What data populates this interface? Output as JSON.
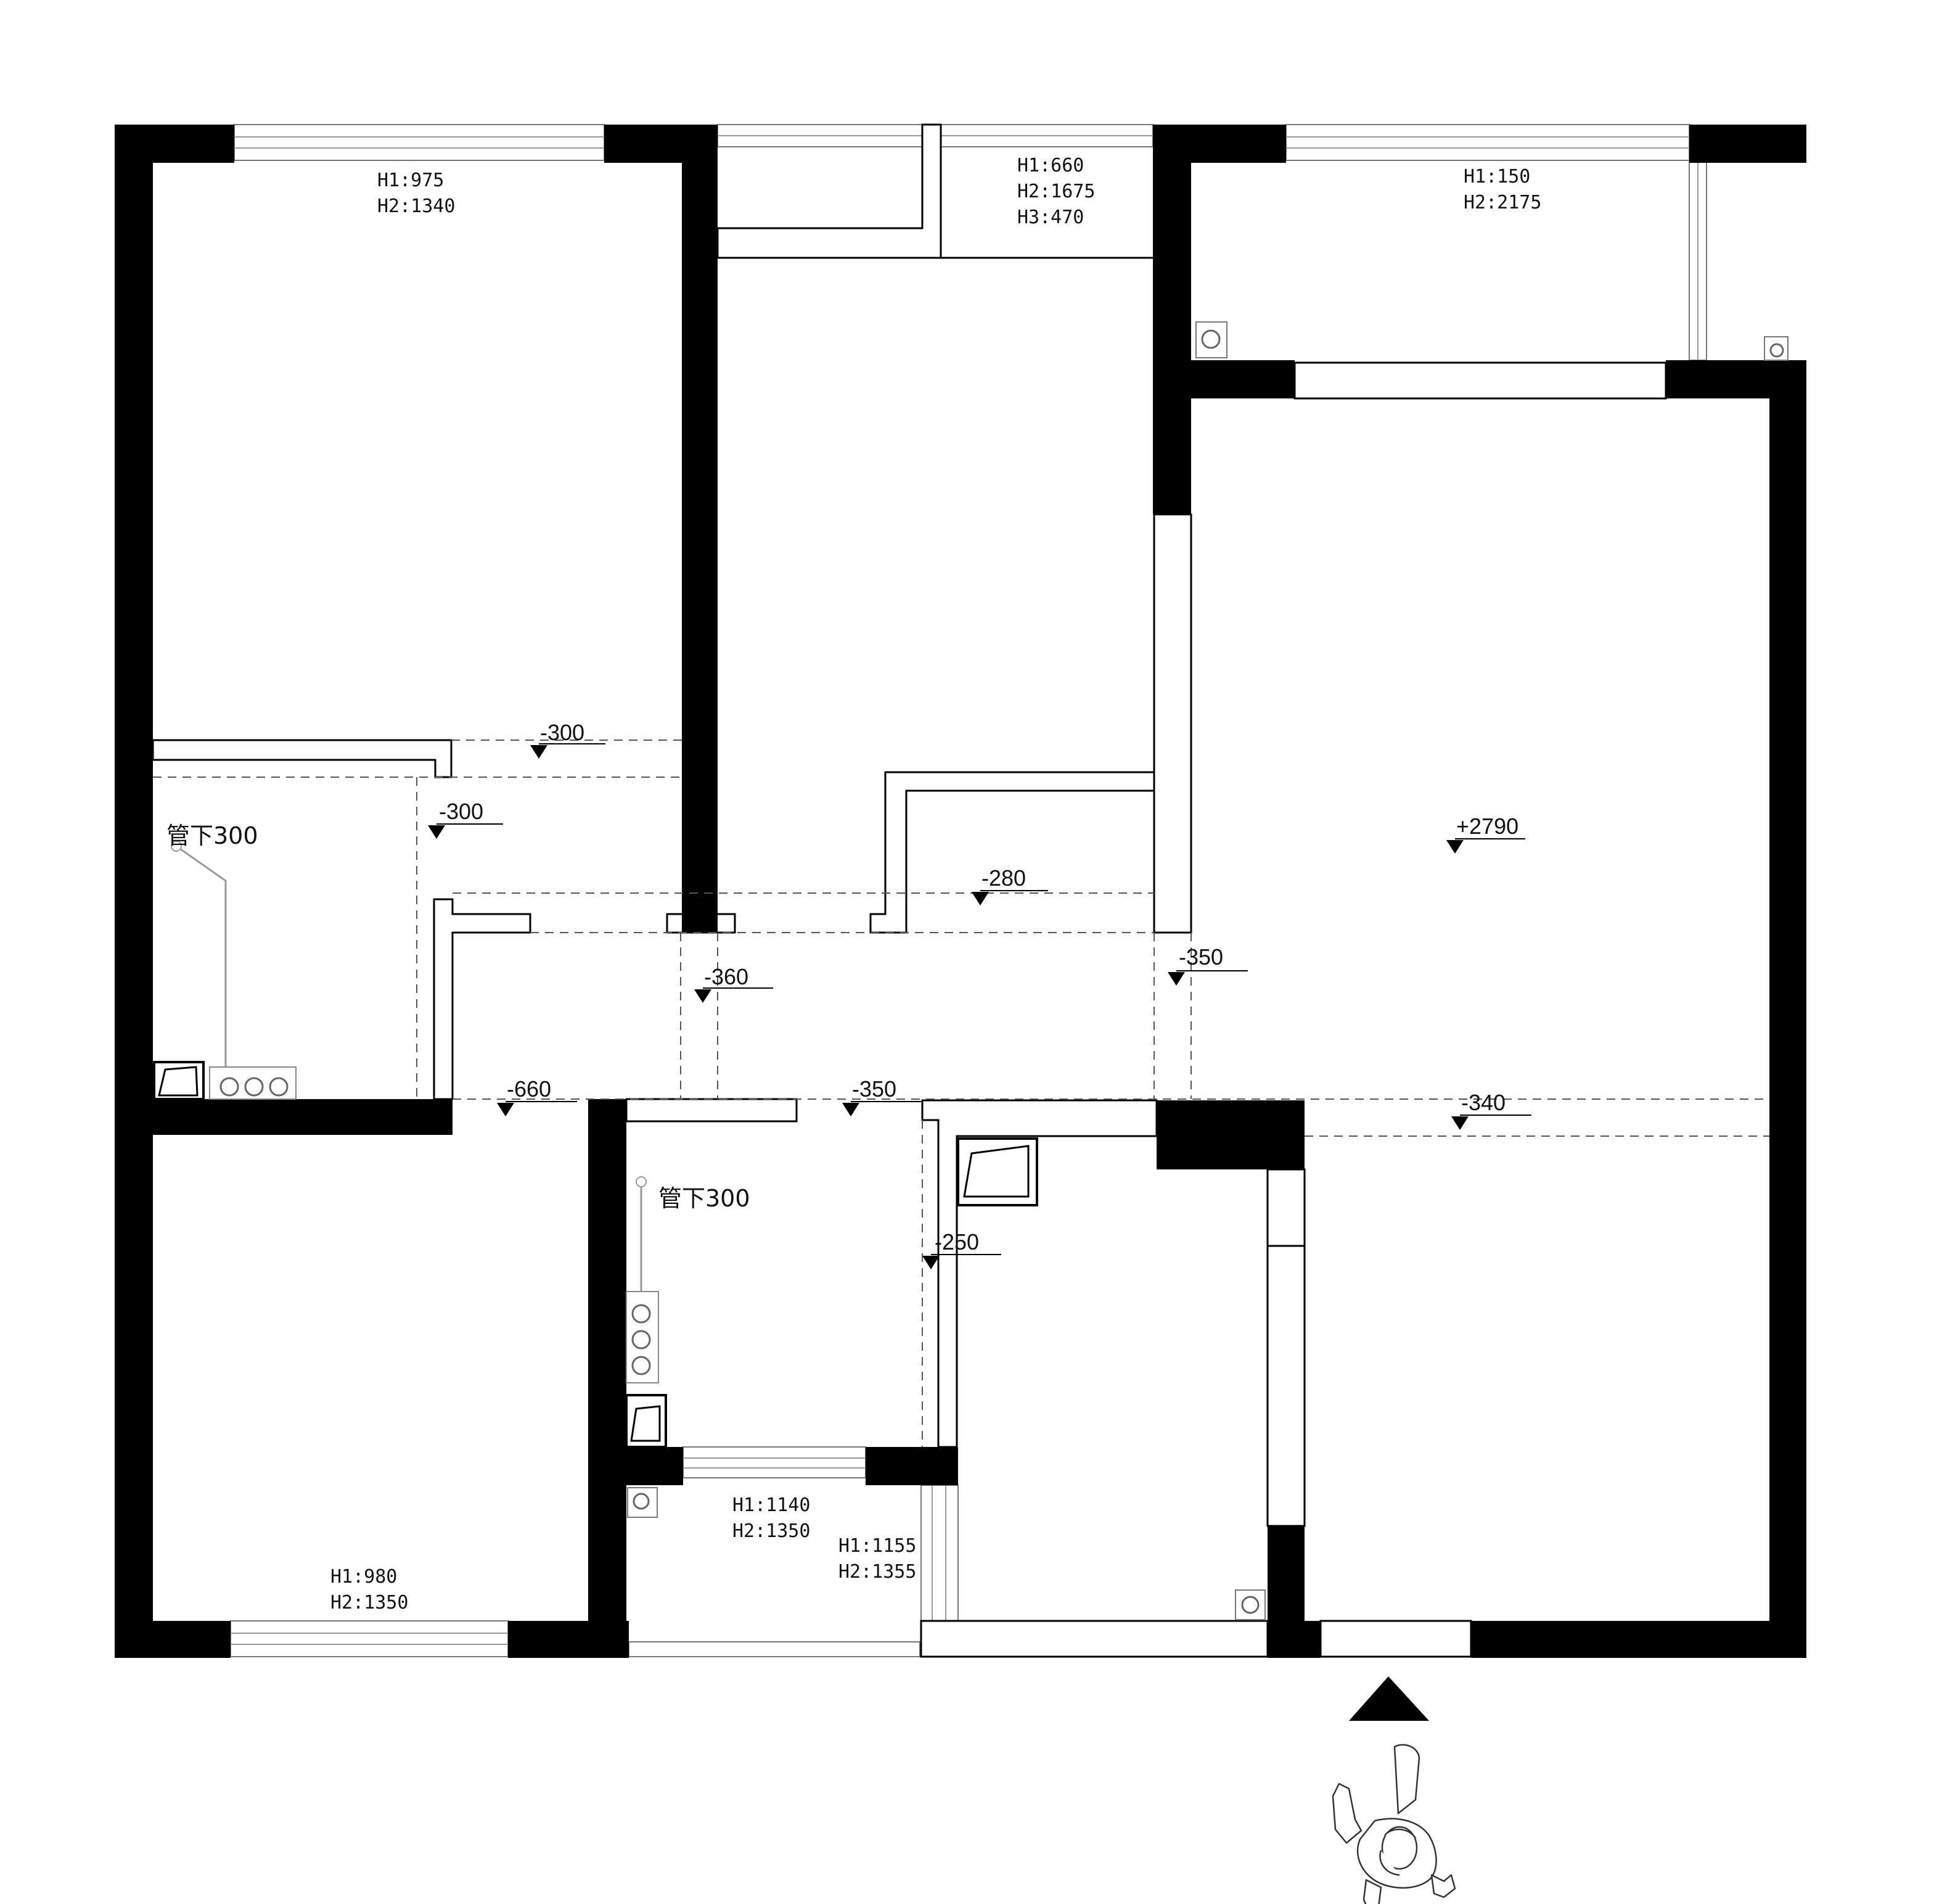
{
  "window_heights": [
    {
      "id": "bedroom-top-left",
      "h1": "H1:975",
      "h2": "H2:1340"
    },
    {
      "id": "top-middle",
      "h1": "H1:660",
      "h2": "H2:1675",
      "h3": "H3:470"
    },
    {
      "id": "balcony-top-right",
      "h1": "H1:150",
      "h2": "H2:2175"
    },
    {
      "id": "bedroom-bottom-left",
      "h1": "H1:980",
      "h2": "H2:1350"
    },
    {
      "id": "bathroom-bottom",
      "h1": "H1:1140",
      "h2": "H2:1350"
    },
    {
      "id": "kitchen-bottom",
      "h1": "H1:1155",
      "h2": "H2:1355"
    }
  ],
  "level_marks": [
    {
      "id": "lv-a",
      "text": "-300"
    },
    {
      "id": "lv-b",
      "text": "-300"
    },
    {
      "id": "lv-c",
      "text": "-280"
    },
    {
      "id": "lv-d",
      "text": "+2790"
    },
    {
      "id": "lv-e",
      "text": "-350"
    },
    {
      "id": "lv-f",
      "text": "-360"
    },
    {
      "id": "lv-g",
      "text": "-660"
    },
    {
      "id": "lv-h",
      "text": "-350"
    },
    {
      "id": "lv-i",
      "text": "-340"
    },
    {
      "id": "lv-j",
      "text": "-250"
    }
  ],
  "pipe_notes": [
    {
      "id": "pipe-left",
      "text": "管下300"
    },
    {
      "id": "pipe-center",
      "text": "管下300"
    }
  ],
  "entrance": {
    "icon": "entrance-arrow-icon",
    "figure": "person-icon"
  }
}
